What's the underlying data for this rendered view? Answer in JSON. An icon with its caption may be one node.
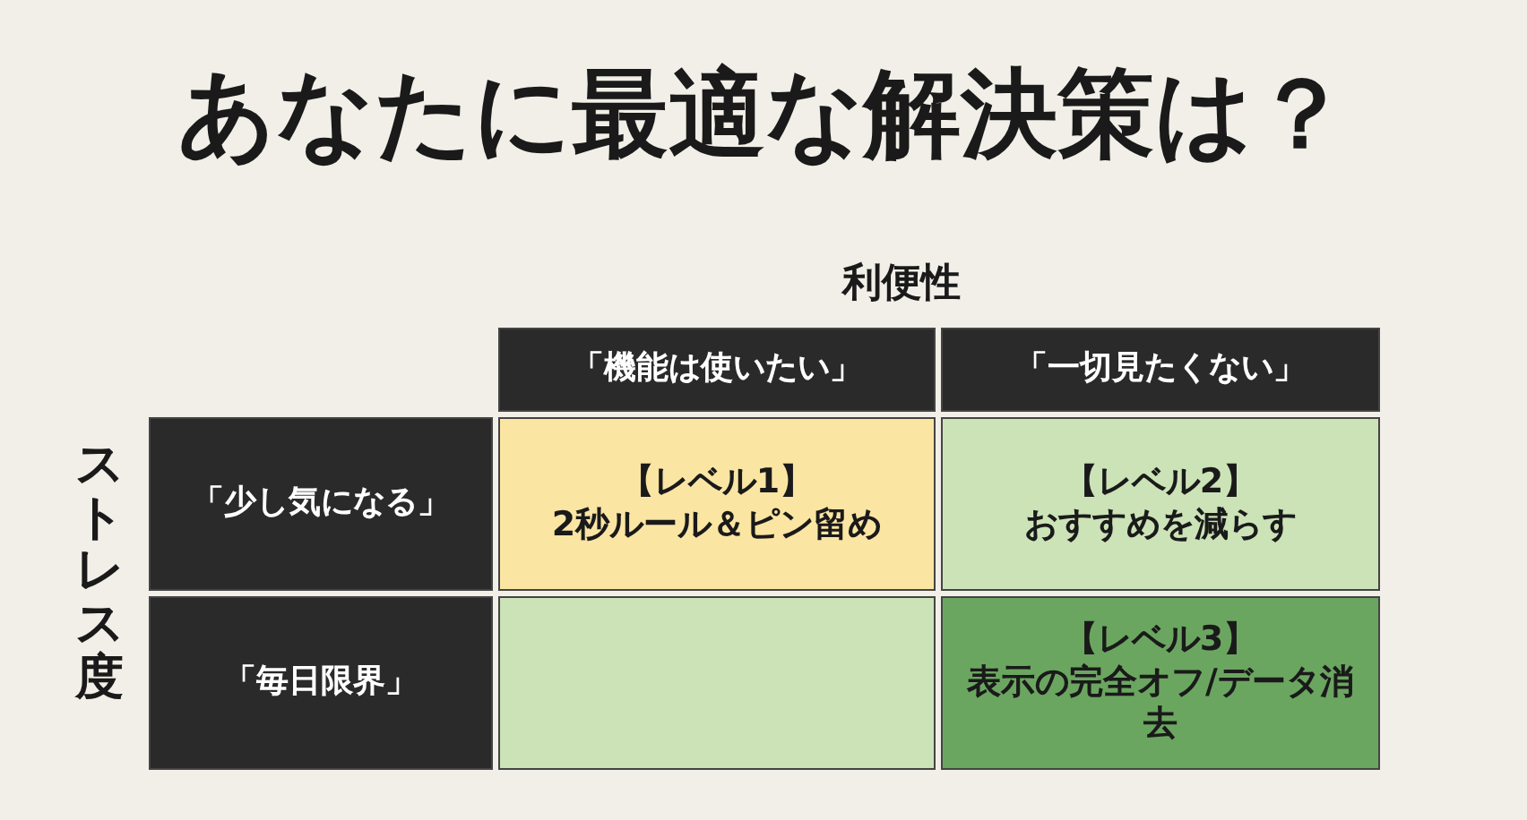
{
  "diagram": {
    "title": "あなたに最適な解決策は？",
    "nodes": [
      {
        "text": [
          "「機能は使いたい」"
        ]
      },
      {
        "text": [
          "「一切見たくない」"
        ]
      },
      {
        "text": [
          "「少し気になる」"
        ]
      },
      {
        "text": [
          "「毎日限界」"
        ]
      },
      {
        "text": [
          "【レベル1】",
          "2秒ルール＆ピン留め"
        ]
      },
      {
        "text": [
          "【レベル2】",
          "おすすめを減らす"
        ]
      },
      {
        "text": [],
        "shape": "box"
      },
      {
        "text": [
          "【レベル3】",
          "表示の完全オフ/データ消去"
        ]
      }
    ],
    "labels": [
      "利便性",
      "ストレス度"
    ]
  }
}
